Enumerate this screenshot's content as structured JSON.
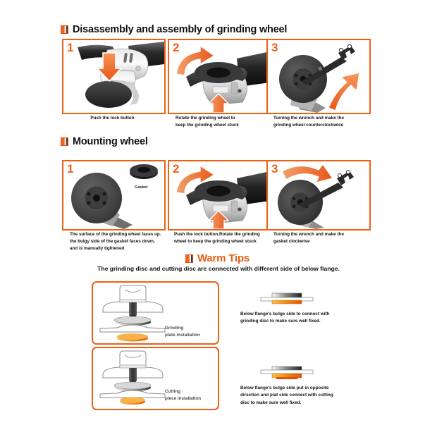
{
  "sections": [
    {
      "id": "disassembly",
      "title": "Disassembly and assembly of grinding wheel"
    },
    {
      "id": "mounting",
      "title": "Mounting wheel"
    },
    {
      "id": "warm",
      "title": "Warm Tips"
    }
  ],
  "warm_tips": {
    "subtitle": "The grinding disc and cutting disc are connected with different side of below flange."
  },
  "row1": {
    "panels": [
      {
        "number": "1",
        "caption": "Push the lock button",
        "icon": "grinder-side-view-down-arrow"
      },
      {
        "number": "2",
        "caption": "Rotate the grinding wheel to\nkeep the grinding wheel stuck",
        "icon": "grinder-guard-rotate-arrow"
      },
      {
        "number": "3",
        "caption": "Turning the wrench and make the\ngrinding wheel counterclockwise",
        "icon": "grinder-wrench-up-arrow"
      }
    ]
  },
  "row2": {
    "panels": [
      {
        "number": "1",
        "caption": "The surface of the grinding wheel faces up.\nthe bulgy side of the gasket  faces down,\nand is manually tightened",
        "icon": "grinder-disc-front-gasket",
        "gasket_label": "Gasket"
      },
      {
        "number": "2",
        "caption": "Push the lock button,Rotate the grinding\nwheel to keep the grinding wheel stuck",
        "icon": "grinder-guard-rotate-arrow"
      },
      {
        "number": "3",
        "caption": "Turning the wrench and make the\ngasket clockwise",
        "icon": "grinder-wrench-right-arrow"
      }
    ]
  },
  "bottom": {
    "boxes": [
      {
        "label": "Grinding\nplate installation",
        "icon": "exploded-grinding-plate-stack"
      },
      {
        "label": "Cutting\npiece installation",
        "icon": "exploded-cutting-piece-stack"
      }
    ],
    "notes": [
      {
        "text": "Below flange's bulge side to connect with\ngrinding disc to make sure well fixed.",
        "icon": "flange-cross-section-bulge-down"
      },
      {
        "text": "Below flange's bulge side put in opposite\ndirection and plat side connect with cutting\ndisc to make sure well fixed.",
        "icon": "flange-cross-section-bulge-up"
      }
    ]
  },
  "colors": {
    "orange": "#ef5f14",
    "orange_dark": "#d9541a",
    "orange_light": "#f79a5c",
    "gray_dark": "#3b3b3b",
    "text": "#111111"
  }
}
